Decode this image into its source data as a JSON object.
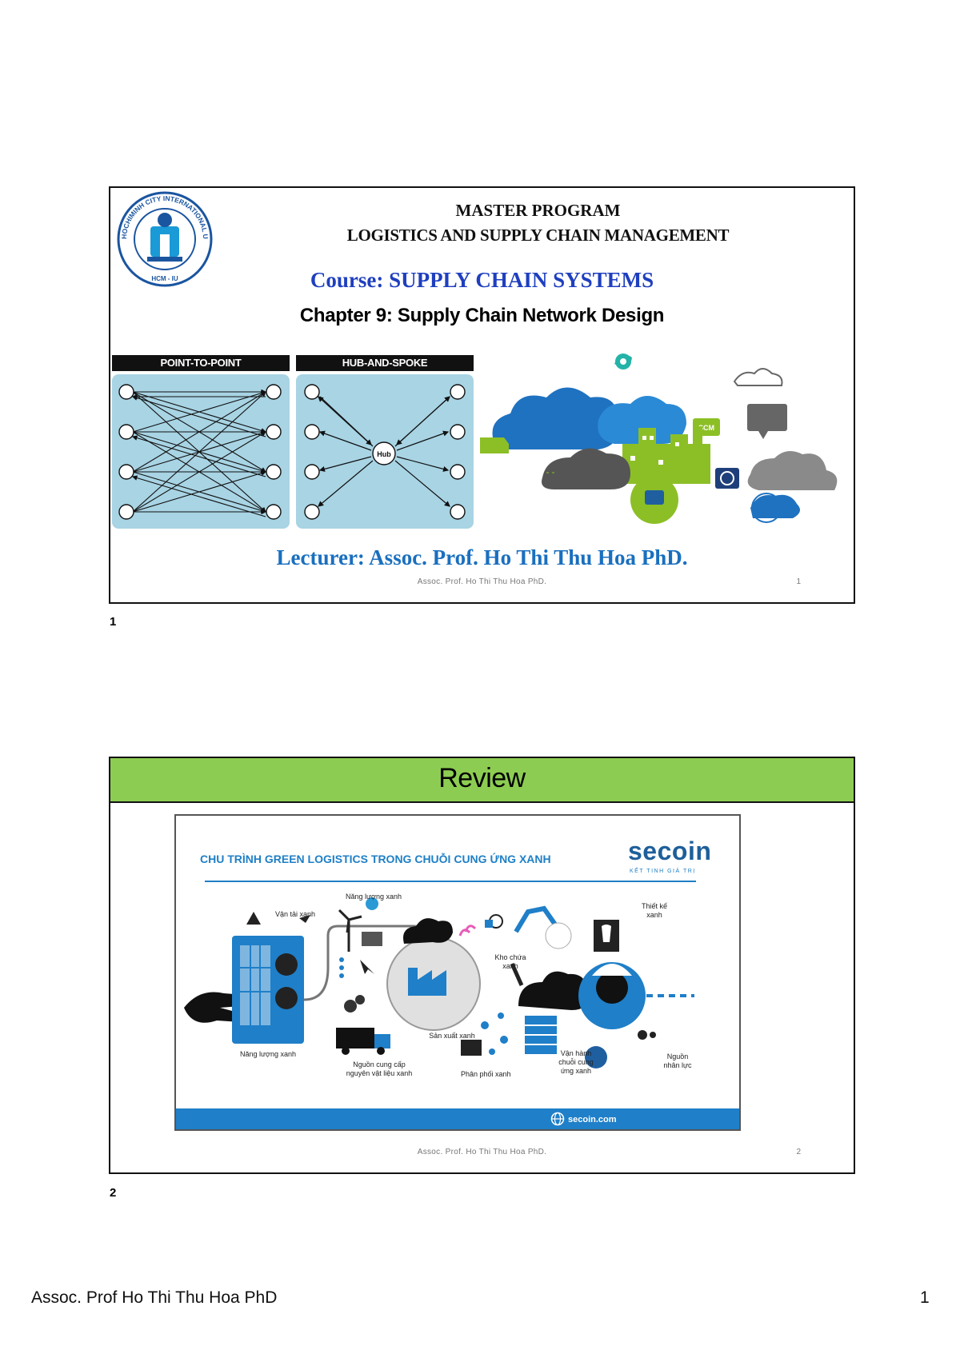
{
  "slide1": {
    "title_line1": "MASTER PROGRAM",
    "title_line2": "LOGISTICS AND SUPPLY CHAIN MANAGEMENT",
    "course": "Course: SUPPLY CHAIN SYSTEMS",
    "chapter": "Chapter 9: Supply Chain Network Design",
    "label_point_to_point": "POINT-TO-POINT",
    "label_hub_and_spoke": "HUB-AND-SPOKE",
    "hub_label": "Hub",
    "lecturer": "Lecturer: Assoc. Prof. Ho Thi Thu Hoa PhD.",
    "footer_text": "Assoc. Prof. Ho Thi Thu Hoa PhD.",
    "footer_num": "1",
    "logo_text_top": "HOCHIMINH CITY INTERNATIONAL UNIVERSITY",
    "logo_text_bottom": "HCM - IU",
    "icons": {
      "scm_label": "SCM"
    },
    "caption_number": "1"
  },
  "slide2": {
    "title": "Review",
    "infographic": {
      "title": "CHU TRÌNH GREEN LOGISTICS TRONG CHUỖI CUNG ỨNG XANH",
      "brand": "secoin",
      "brand_tagline": "KẾT TINH GIÁ TRỊ",
      "website": "secoin.com",
      "labels": {
        "nang_luong_xanh_top": "Năng lượng xanh",
        "van_tai_xanh": "Vận tải xanh",
        "thiet_ke_xanh": "Thiết kế xanh",
        "kho_chua_xanh": "Kho chứa xanh",
        "san_xuat_xanh": "Sản xuất xanh",
        "nang_luong_xanh_left": "Năng lượng xanh",
        "nguon_cung_cap": "Nguồn cung cấp nguyên vật liệu xanh",
        "phan_phoi_xanh": "Phân phối xanh",
        "van_hanh": "Vận hành chuỗi cung ứng xanh",
        "nguon_nhan_luc": "Nguồn nhân lực"
      }
    },
    "footer_text": "Assoc. Prof. Ho Thi Thu Hoa PhD.",
    "footer_num": "2",
    "caption_number": "2"
  },
  "page_footer": {
    "author": "Assoc. Prof Ho Thi Thu Hoa PhD",
    "page_number": "1"
  },
  "colors": {
    "course_blue": "#1f3fbf",
    "lecturer_blue": "#1a6fbf",
    "review_green": "#8dcc52",
    "diagram_bg": "#a8d4e4",
    "secoin_blue": "#1f7fc8"
  }
}
